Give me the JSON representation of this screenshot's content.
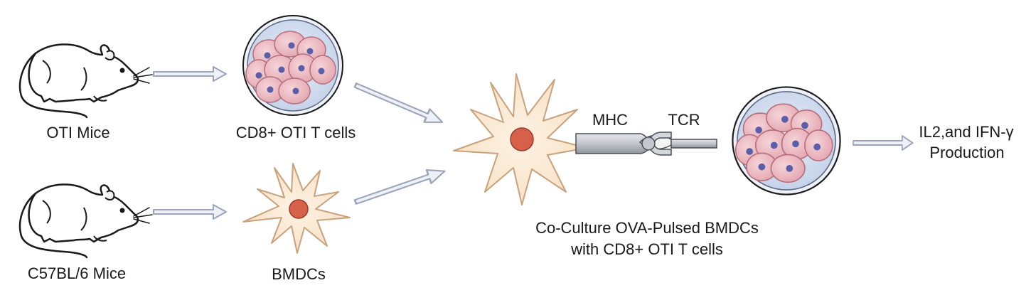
{
  "labels": {
    "oti_mice": "OTI Mice",
    "c57_mice": "C57BL/6 Mice",
    "cd8_cells": "CD8+ OTI T cells",
    "bmdcs": "BMDCs",
    "coculture_line1": "Co-Culture OVA-Pulsed BMDCs",
    "coculture_line2": "with CD8+ OTI T cells",
    "mhc": "MHC",
    "tcr": "TCR",
    "output_line1": "IL2,and IFN-γ",
    "output_line2": "Production"
  },
  "icons": [
    "mouse-icon",
    "cell-dish-icon",
    "dendritic-cell-icon",
    "mhc-tcr-synapse-icon",
    "arrow-icon"
  ],
  "colors": {
    "arrow_fill": "#eef1f7",
    "arrow_stroke": "#9aa3b8",
    "dish_outer": "#dfe6f2",
    "dish_inner": "#c5d3ea",
    "cell_fill": "#ecbcc3",
    "cell_stroke": "#c47f8a",
    "nucleus": "#5b5fa8",
    "dc_fill": "#fbe9d3",
    "dc_stroke": "#c9a27b",
    "dc_nucleus": "#d6604a",
    "mhc_gray": "#b9bcc2"
  }
}
